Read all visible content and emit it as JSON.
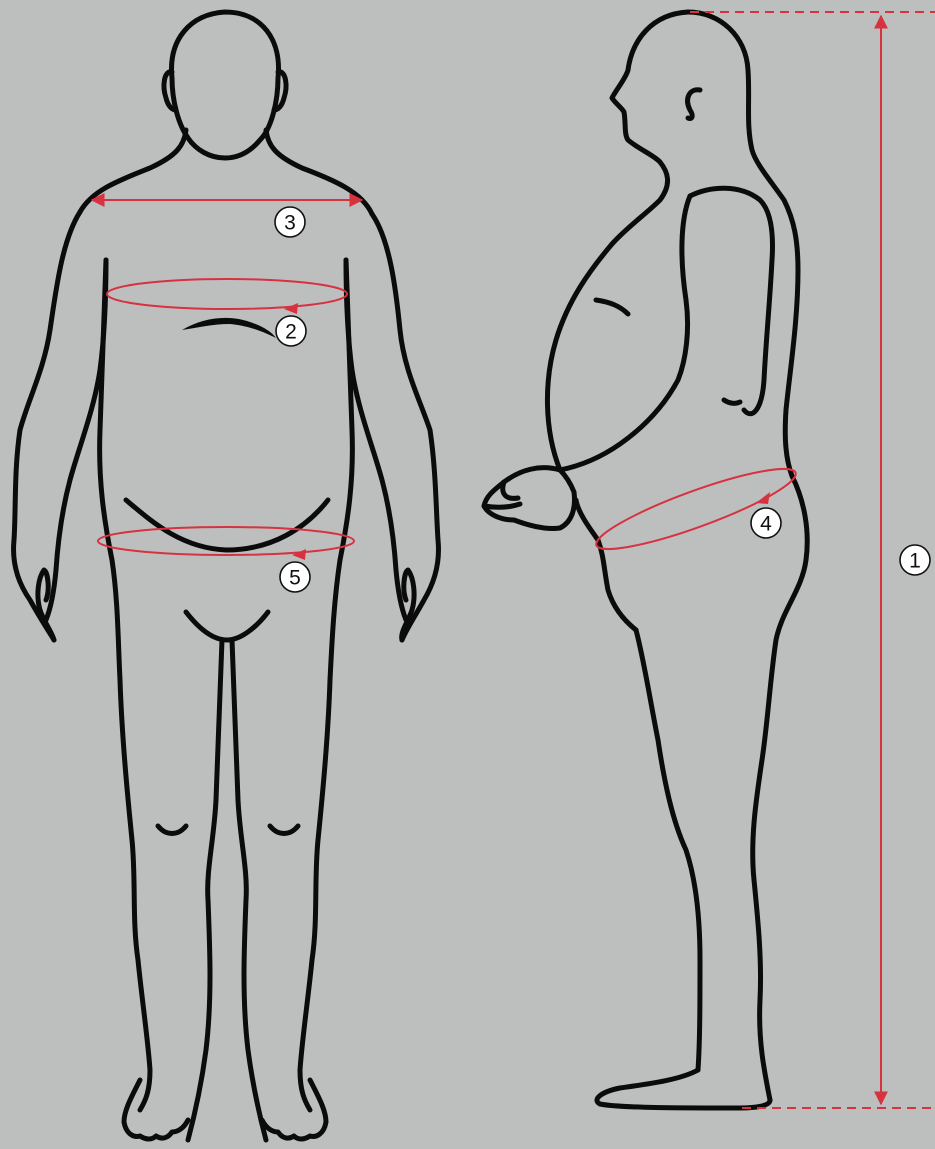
{
  "colors": {
    "background": "#bdbfbf",
    "outline": "#0b0b0b",
    "measurement": "#d6323f",
    "marker_fill": "#ffffff",
    "marker_text": "#111111"
  },
  "figures": {
    "front": "front-body-figure",
    "side": "side-body-figure"
  },
  "markers": {
    "m1": "1",
    "m2": "2",
    "m3": "3",
    "m4": "4",
    "m5": "5"
  }
}
